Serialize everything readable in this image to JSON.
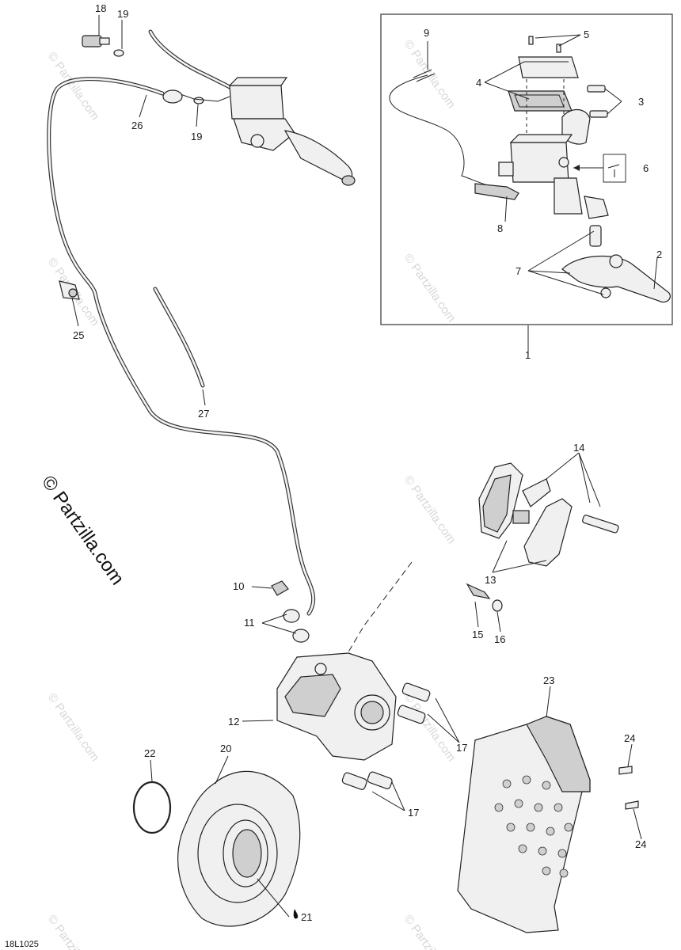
{
  "diagram": {
    "code": "18L1025",
    "watermark_main": "© Partzilla.com",
    "watermark_small": "© Partzilla.com",
    "callouts": {
      "c1": "1",
      "c2": "2",
      "c3": "3",
      "c4": "4",
      "c5": "5",
      "c6": "6",
      "c7": "7",
      "c8": "8",
      "c9": "9",
      "c10": "10",
      "c11": "11",
      "c12": "12",
      "c13": "13",
      "c14": "14",
      "c15": "15",
      "c16": "16",
      "c17a": "17",
      "c17b": "17",
      "c18": "18",
      "c19a": "19",
      "c19b": "19",
      "c20": "20",
      "c21": "21",
      "c22": "22",
      "c23": "23",
      "c24a": "24",
      "c24b": "24",
      "c25": "25",
      "c26": "26",
      "c27": "27"
    }
  }
}
